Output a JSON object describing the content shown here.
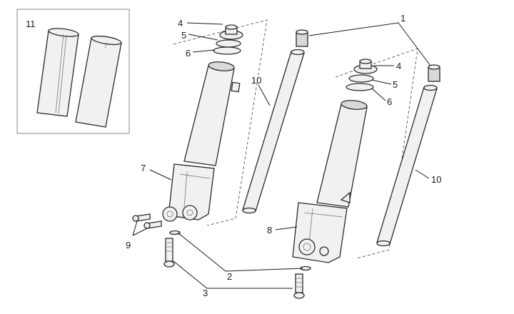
{
  "callouts": {
    "c1": "1",
    "c2": "2",
    "c3": "3",
    "c4a": "4",
    "c4b": "4",
    "c5a": "5",
    "c5b": "5",
    "c6a": "6",
    "c6b": "6",
    "c7": "7",
    "c8": "8",
    "c9": "9",
    "c10a": "10",
    "c10b": "10",
    "c11": "11"
  },
  "colors": {
    "line": "#2a2a2a",
    "part_fill": "#f1f1f1",
    "background": "#ffffff"
  }
}
